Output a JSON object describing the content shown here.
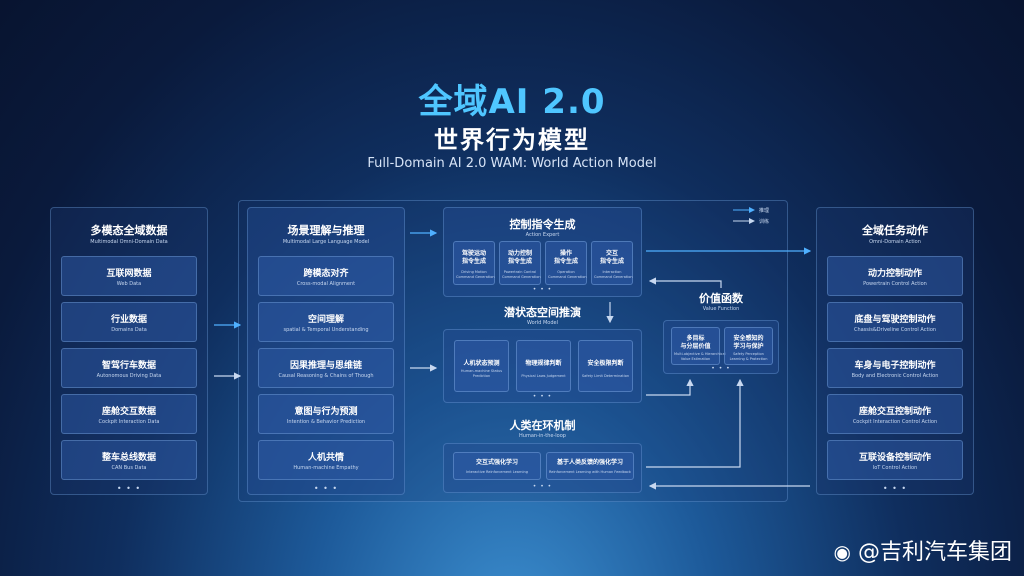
{
  "header": {
    "title": "全域AI 2.0",
    "subtitle": "世界行为模型",
    "subtitle_en": "Full-Domain AI 2.0  WAM: World Action Model"
  },
  "legend": {
    "infer": "推理",
    "train": "训练"
  },
  "left_panel": {
    "title": "多模态全域数据",
    "subtitle": "Multimodal Omni-Domain Data",
    "items": [
      {
        "cn": "互联网数据",
        "en": "Web Data"
      },
      {
        "cn": "行业数据",
        "en": "Domains Data"
      },
      {
        "cn": "智驾行车数据",
        "en": "Autonomous Driving Data"
      },
      {
        "cn": "座舱交互数据",
        "en": "Cockpit Interaction Data"
      },
      {
        "cn": "整车总线数据",
        "en": "CAN Bus Data"
      }
    ],
    "dots": "• • •"
  },
  "scene_panel": {
    "title": "场景理解与推理",
    "subtitle": "Multimodal Large Language Model",
    "items": [
      {
        "cn": "跨模态对齐",
        "en": "Cross-modal Alignment"
      },
      {
        "cn": "空间理解",
        "en": "spatial & Temporal Understanding"
      },
      {
        "cn": "因果推理与思维链",
        "en": "Causal Reasoning & Chains of Though"
      },
      {
        "cn": "意图与行为预测",
        "en": "Intention & Behavior Prediction"
      },
      {
        "cn": "人机共情",
        "en": "Human-machine Empathy"
      }
    ],
    "dots": "• • •"
  },
  "control_panel": {
    "title": "控制指令生成",
    "subtitle": "Action Expert",
    "items": [
      {
        "cn": "驾驶运动\n指令生成",
        "en": "Driving Motion\nCommand Generation"
      },
      {
        "cn": "动力控制\n指令生成",
        "en": "Powertrain Control\nCommand Generation"
      },
      {
        "cn": "操作\n指令生成",
        "en": "Operation\nCommand Generation"
      },
      {
        "cn": "交互\n指令生成",
        "en": "Interaction\nCommand Generation"
      }
    ],
    "dots": "• • •"
  },
  "world_panel": {
    "title": "潜状态空间推演",
    "subtitle": "World Model",
    "items": [
      {
        "cn": "人机状态预测",
        "en": "Human-machine Status Prediction"
      },
      {
        "cn": "物理规律判断",
        "en": "Physical Laws Judgement"
      },
      {
        "cn": "安全极限判断",
        "en": "Safety Limit Determination"
      }
    ],
    "dots": "• • •"
  },
  "human_panel": {
    "title": "人类在环机制",
    "subtitle": "Human-in-the-loop",
    "items": [
      {
        "cn": "交互式强化学习",
        "en": "Interactive Reinforcement Learning"
      },
      {
        "cn": "基于人类反馈的强化学习",
        "en": "Reinforcement Learning with Human Feedback"
      }
    ],
    "dots": "• • •"
  },
  "value_panel": {
    "title": "价值函数",
    "subtitle": "Value Function",
    "items": [
      {
        "cn": "多目标\n与分层价值",
        "en": "Multi-objective & Hierarchical\nValue Estimation"
      },
      {
        "cn": "安全感知的\n学习与保护",
        "en": "Safety Perception\nLearning & Protection"
      }
    ],
    "dots": "• • •"
  },
  "right_panel": {
    "title": "全域任务动作",
    "subtitle": "Omni-Domain Action",
    "items": [
      {
        "cn": "动力控制动作",
        "en": "Powertrain Control Action"
      },
      {
        "cn": "底盘与驾驶控制动作",
        "en": "Chassis&Driveline Control Action"
      },
      {
        "cn": "车身与电子控制动作",
        "en": "Body and Electronic Control Action"
      },
      {
        "cn": "座舱交互控制动作",
        "en": "Cockpit Interaction Control Action"
      },
      {
        "cn": "互联设备控制动作",
        "en": "IoT Control Action"
      }
    ],
    "dots": "• • •"
  },
  "watermark": "@吉利汽车集团",
  "colors": {
    "title_accent": "#4fc6ff",
    "infer_arrow": "#4fb0ff",
    "train_arrow": "#c8d8f0"
  }
}
